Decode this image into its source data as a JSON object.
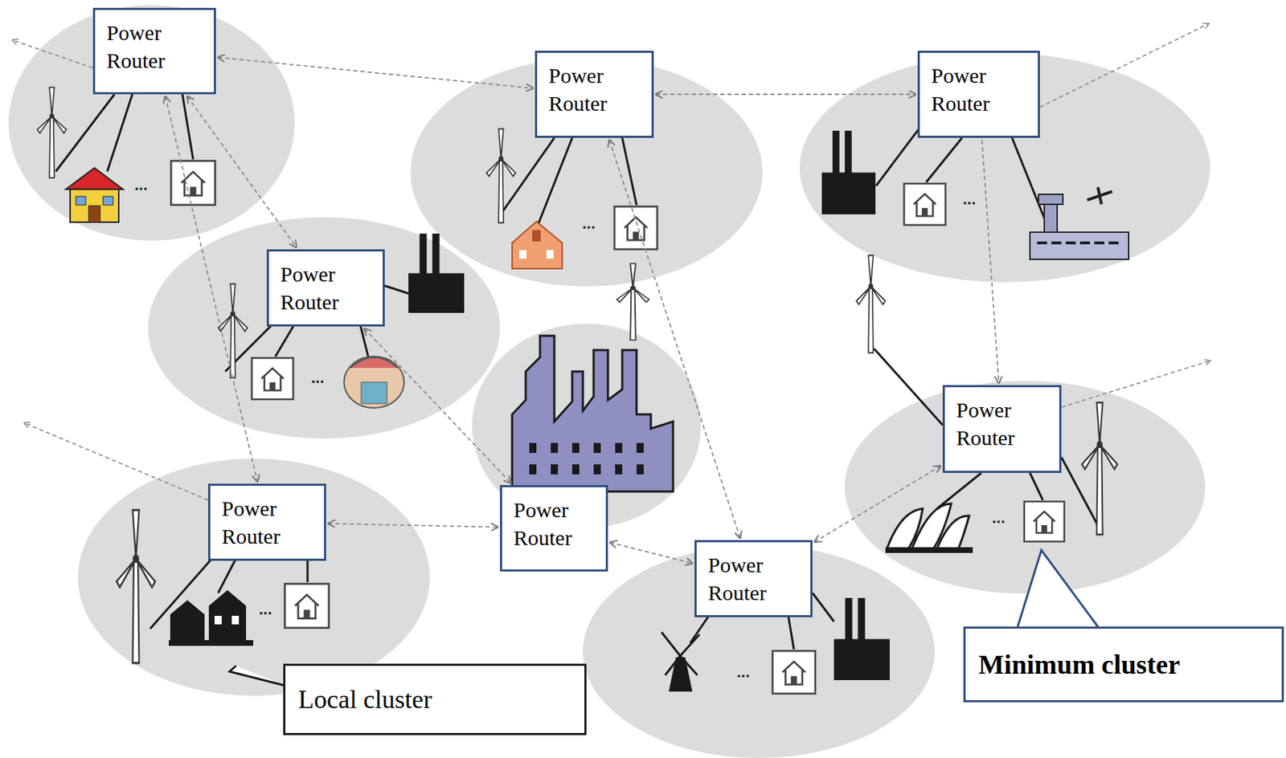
{
  "diagram": {
    "nodes": [
      {
        "text": [
          "Power Router"
        ]
      },
      {
        "text": [
          "Power Router"
        ]
      },
      {
        "text": [
          "Power Router"
        ]
      },
      {
        "text": [
          "Power Router"
        ]
      },
      {
        "text": [
          "Power Router"
        ]
      },
      {
        "text": [
          "Power Router"
        ]
      },
      {
        "text": [
          "Power Router"
        ]
      },
      {
        "text": [
          "Power Router"
        ]
      },
      {
        "text": [
          "Local cluster"
        ]
      },
      {
        "text": [
          "Minimum cluster"
        ]
      }
    ],
    "edges": [
      {
        "from": 0,
        "to": 1,
        "arrow": "both"
      },
      {
        "from": 1,
        "to": 2,
        "arrow": "both"
      },
      {
        "from": 0,
        "to": 3,
        "arrow": "both"
      },
      {
        "from": 0,
        "to": 5,
        "arrow": "both"
      },
      {
        "from": 3,
        "to": 6,
        "arrow": "both"
      },
      {
        "from": 1,
        "to": 7,
        "arrow": "both"
      },
      {
        "from": 2,
        "to": 4,
        "arrow": "to"
      },
      {
        "from": 5,
        "to": 6,
        "arrow": "both"
      },
      {
        "from": 6,
        "to": 7,
        "arrow": "both"
      },
      {
        "from": 4,
        "to": 7,
        "arrow": "both"
      }
    ],
    "labels": [
      "...",
      "...",
      "...",
      "...",
      "...",
      "...",
      "..."
    ]
  }
}
